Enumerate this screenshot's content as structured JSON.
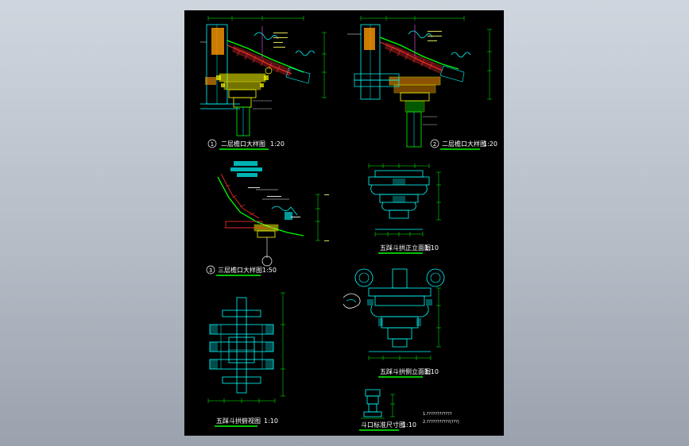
{
  "colors": {
    "sheet": "#000000",
    "cyan": "#00ffff",
    "yellow": "#ffff00",
    "green": "#00ff00",
    "red": "#ff3030",
    "white": "#ffffff",
    "magenta": "#ff55ff",
    "orange": "#ff9900"
  },
  "details": [
    {
      "id": "d1",
      "num": "1",
      "title": "二层檐口大样图",
      "scale": "1:20"
    },
    {
      "id": "d2",
      "num": "2",
      "title": "二层檐口大样图",
      "scale": "1:20"
    },
    {
      "id": "d3",
      "num": "3",
      "title": "三层檐口大样图",
      "scale": "1:50"
    },
    {
      "id": "d4",
      "num": "",
      "title": "五踩斗拱正立面图",
      "scale": "1:10"
    },
    {
      "id": "d5",
      "num": "",
      "title": "五踩斗拱侧立面图",
      "scale": "1:10"
    },
    {
      "id": "d6",
      "num": "",
      "title": "五踩斗拱俯视图",
      "scale": "1:10"
    },
    {
      "id": "d7",
      "num": "",
      "title": "斗口标准尺寸图",
      "scale": "1:10"
    }
  ],
  "notes": [
    "1.????????????",
    "2.???????????(???)"
  ]
}
